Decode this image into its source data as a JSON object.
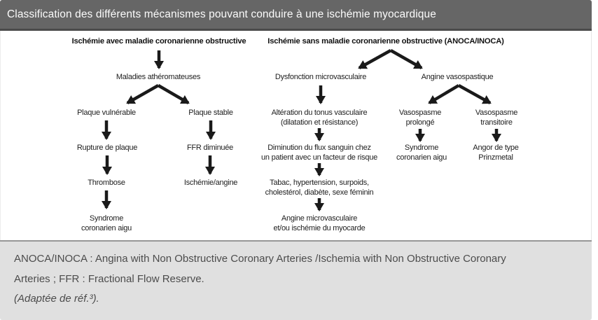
{
  "title": "Classification des différents mécanismes pouvant conduire à une ischémie myocardique",
  "colors": {
    "titlebar_bg": "#666666",
    "titlebar_border": "#4b4b4b",
    "titlebar_text": "#fbfbfb",
    "footer_bg": "#e0e0e0",
    "footer_border": "#979797",
    "footer_text": "#4c4c4c",
    "diagram_text": "#1d1d1d",
    "arrow": "#1a1a1a"
  },
  "diagram": {
    "obstructive": {
      "header": "Ischémie avec maladie coronarienne obstructive",
      "maladies_atheromateuses": "Maladies athéromateuses",
      "plaque_vulnerable": "Plaque vulnérable",
      "plaque_stable": "Plaque stable",
      "rupture_de_plaque": "Rupture de plaque",
      "ffr_diminuee": "FFR diminuée",
      "thrombose": "Thrombose",
      "ischemie_angine": "Ischémie/angine",
      "syndrome_coronarien_aigu": "Syndrome\ncoronarien aigu"
    },
    "non_obstructive": {
      "header": "Ischémie sans maladie coronarienne obstructive (ANOCA/INOCA)",
      "dysfonction_microvasculaire": "Dysfonction microvasculaire",
      "alteration_tonus": "Altération du tonus vasculaire\n(dilatation et résistance)",
      "diminution_flux": "Diminution du flux sanguin chez\nun patient avec un facteur de risque",
      "facteurs_de_risque": "Tabac, hypertension, surpoids,\ncholestérol, diabète, sexe féminin",
      "angine_microvasculaire": "Angine microvasculaire\net/ou ischémie du myocarde",
      "angine_vasospastique": "Angine vasospastique",
      "vasospasme_prolonge": "Vasospasme\nprolongé",
      "vasospasme_transitoire": "Vasospasme\ntransitoire",
      "syndrome_coronarien_aigu": "Syndrome\ncoronarien aigu",
      "angor_prinzmetal": "Angor de type\nPrinzmetal"
    }
  },
  "footnote": {
    "line1": "ANOCA/INOCA : Angina with Non Obstructive Coronary Arteries /Ischemia with Non Obstructive Coronary",
    "line2": "Arteries ; FFR : Fractional Flow Reserve.",
    "line3": "(Adaptée de réf.³)."
  }
}
